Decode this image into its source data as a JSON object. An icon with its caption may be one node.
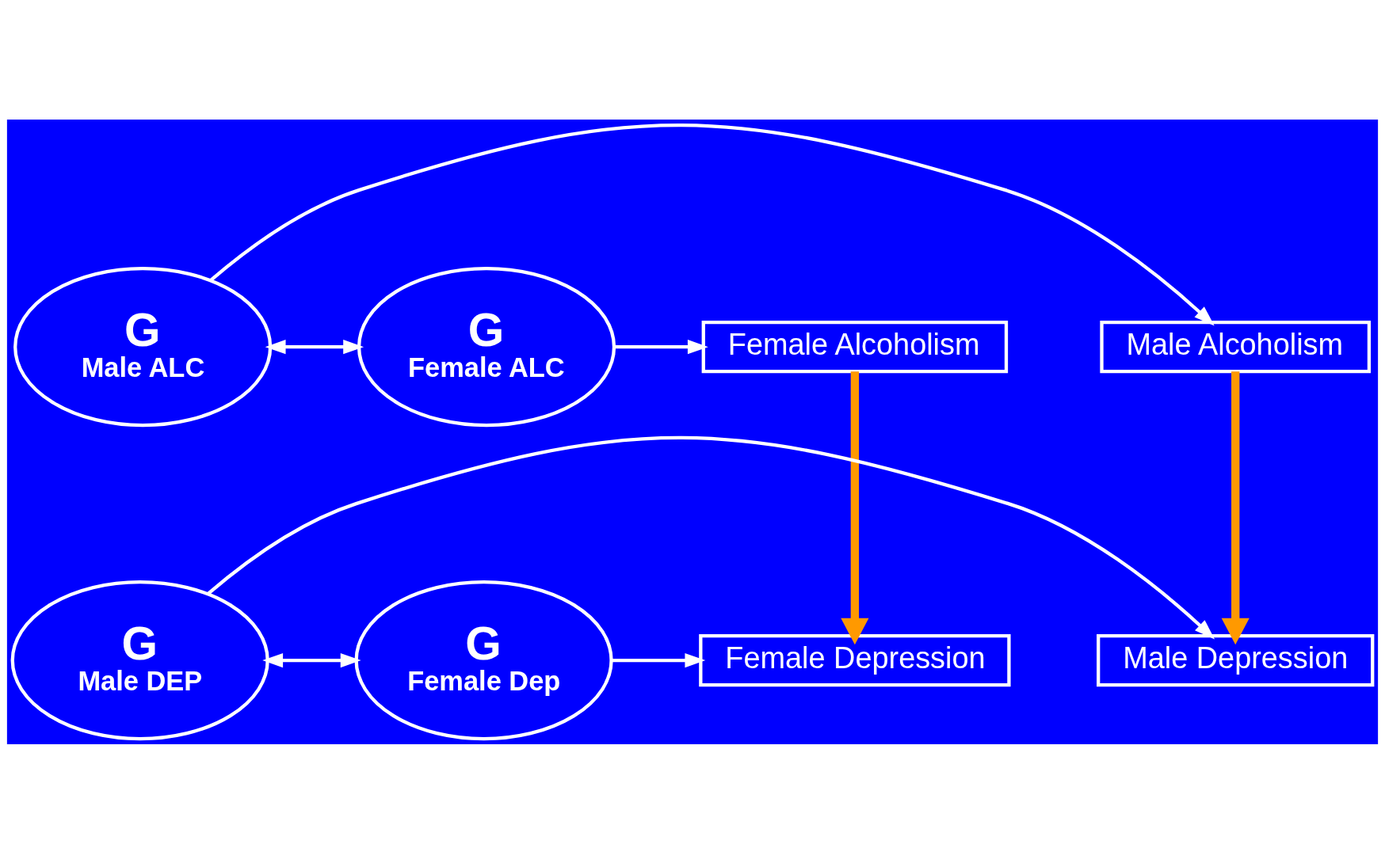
{
  "diagram": {
    "nodes": [
      {
        "text": [
          "Male Alcoholism"
        ]
      },
      {
        "text": [
          "Female Alcoholism"
        ]
      },
      {
        "text": [
          "G",
          "Male ALC"
        ]
      },
      {
        "text": [
          "G",
          "Female ALC"
        ]
      },
      {
        "text": [
          "G",
          "Male DEP"
        ]
      },
      {
        "text": [
          "G",
          "Female Dep"
        ]
      },
      {
        "text": [
          "Male Depression"
        ]
      },
      {
        "text": [
          "Female Depression"
        ]
      }
    ],
    "edges": [
      {
        "from": 2,
        "to": 0,
        "arrow": "to"
      },
      {
        "from": 2,
        "to": 3,
        "arrow": "both"
      },
      {
        "from": 3,
        "to": 1,
        "arrow": "to"
      },
      {
        "from": 0,
        "to": 6,
        "arrow": "to",
        "style": "thick",
        "color": "#ff9900"
      },
      {
        "from": 1,
        "to": 7,
        "arrow": "to",
        "style": "thick",
        "color": "#ff9900"
      },
      {
        "from": 4,
        "to": 6,
        "arrow": "to"
      },
      {
        "from": 4,
        "to": 5,
        "arrow": "both"
      },
      {
        "from": 5,
        "to": 7,
        "arrow": "to"
      }
    ]
  }
}
